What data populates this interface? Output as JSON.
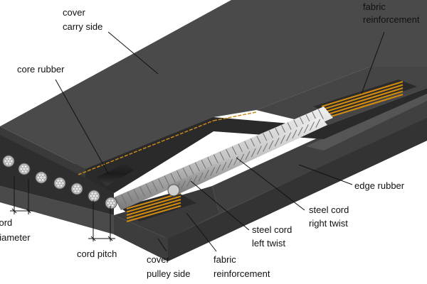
{
  "diagram": {
    "labels": {
      "cover_carry_side": [
        "cover",
        "carry side"
      ],
      "fabric_reinforcement_top": [
        "fabric",
        "reinforcement"
      ],
      "core_rubber": [
        "core rubber"
      ],
      "edge_rubber": [
        "edge rubber"
      ],
      "steel_cord_right_twist": [
        "steel cord",
        "right twist"
      ],
      "steel_cord_left_twist": [
        "steel cord",
        "left twist"
      ],
      "cord_diameter": [
        "cord",
        "diameter"
      ],
      "cord_pitch": [
        "cord pitch"
      ],
      "cover_pulley_side": [
        "cover",
        "pulley side"
      ],
      "fabric_reinforcement_bottom": [
        "fabric",
        "reinforcement"
      ]
    },
    "colors": {
      "rubber_dark": "#3a3a3a",
      "rubber_mid": "#4a4a4a",
      "rubber_light": "#5a5a5a",
      "fabric_orange": "#d08a10",
      "steel_light": "#d9d9d9",
      "steel_dark": "#8a8a8a",
      "leader": "#111111"
    }
  }
}
